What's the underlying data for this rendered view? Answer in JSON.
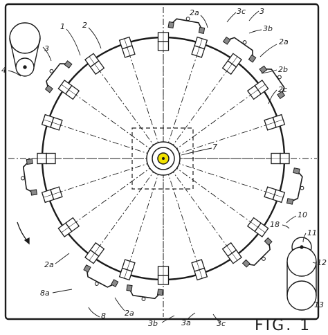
{
  "figure": {
    "caption": "FIG. 1",
    "colors": {
      "ink": "#1a1a1a",
      "paper": "#ffffff",
      "hub": "#f2e200",
      "pad": "#8a8a8a"
    }
  },
  "reference_labels": {
    "turntable": "1",
    "radial_station": "2",
    "carrier": "3",
    "roller_left": "4",
    "hub_axis": "7",
    "clip": "8",
    "clip_base": "8a",
    "arm_right": "10",
    "roller_small": "11",
    "roller_upper": "12",
    "roller_lower": "13",
    "pivot": "18",
    "station_a_top": "2a",
    "station_a_right": "2a",
    "station_a_left": "2a",
    "station_a_bottom": "2a",
    "station_b": "2b",
    "station_c": "2c",
    "carrier_c_top": "3c",
    "carrier_top": "3",
    "carrier_b_top": "3b",
    "carrier_left_label": "3",
    "carrier_b_bottom": "3b",
    "carrier_a_bottom": "3a",
    "carrier_c_bottom": "3c"
  }
}
